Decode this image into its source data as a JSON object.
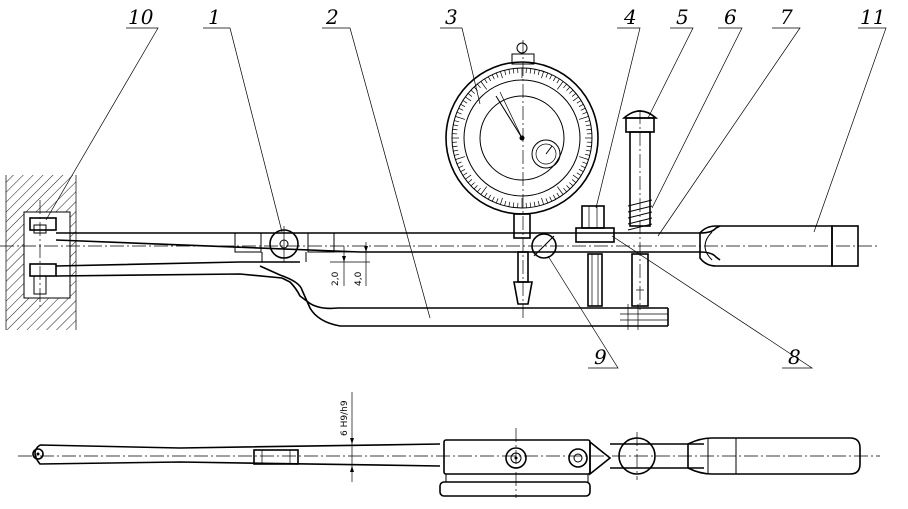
{
  "callouts": [
    "10",
    "1",
    "2",
    "3",
    "4",
    "5",
    "6",
    "7",
    "11",
    "9",
    "8"
  ],
  "dimensions": {
    "offset_small": "2,0",
    "offset_large": "4,0",
    "fit": "6 H9/h9"
  }
}
